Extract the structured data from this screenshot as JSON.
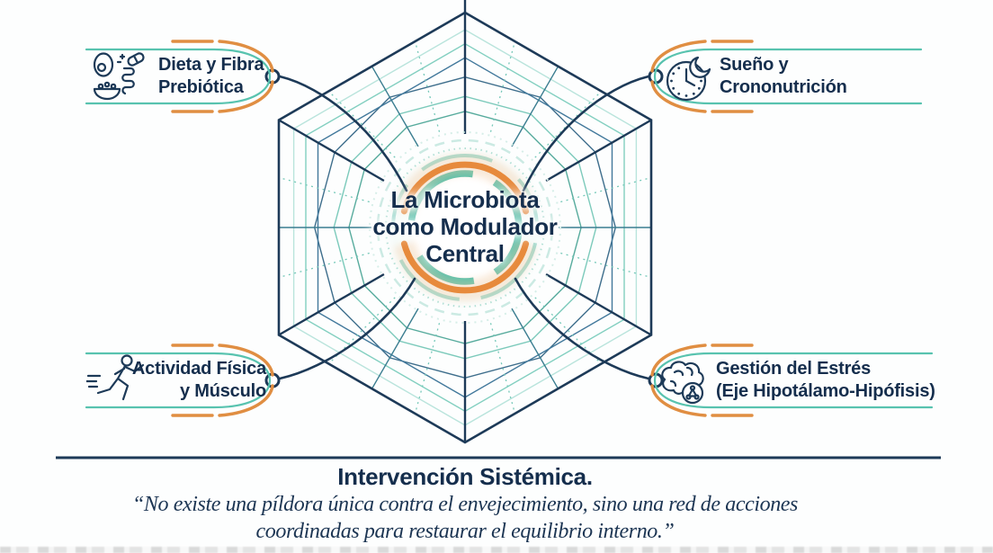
{
  "diagram": {
    "center": {
      "line1": "La Microbiota",
      "line2": "como Modulador",
      "line3": "Central"
    },
    "nodes": [
      {
        "id": "diet",
        "icon": "diet-food-icon",
        "line1": "Dieta y Fibra",
        "line2": "Prebiótica"
      },
      {
        "id": "sleep",
        "icon": "clock-moon-icon",
        "line1": "Sueño y",
        "line2": "Crononutrición"
      },
      {
        "id": "activity",
        "icon": "runner-icon",
        "line1": "Actividad Física",
        "line2": "y Músculo"
      },
      {
        "id": "stress",
        "icon": "brain-molecule-icon",
        "line1": "Gestión del Estrés",
        "line2": "(Eje Hipotálamo-Hipófisis)"
      }
    ],
    "colors": {
      "navy": "#1d3a58",
      "teal": "#58c3af",
      "teal_light": "#b9e4dc",
      "slate": "#3e6e8c",
      "orange": "#e78a3c",
      "text": "#152e4d"
    }
  },
  "footer": {
    "title": "Intervención Sistémica.",
    "quote_line1": "“No existe una píldora única contra el envejecimiento, sino una red de acciones",
    "quote_line2": "coordinadas para restaurar el equilibrio interno.”"
  }
}
